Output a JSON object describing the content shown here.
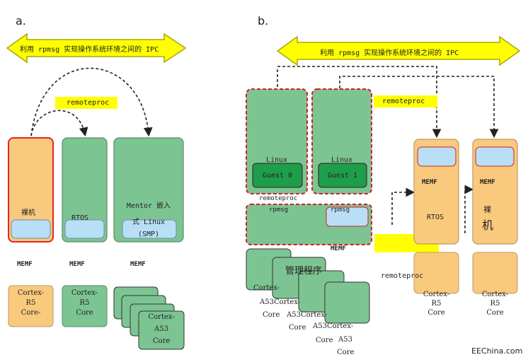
{
  "panel_a": {
    "letter": "a.",
    "banner": "利用 rpmsg 实现操作系统环境之间的 IPC",
    "remoteproc": "remoteproc",
    "bare_metal": "裸机",
    "rtos": "RTOS",
    "mentor_line1": "Mentor 嵌入",
    "mentor_line2": "式 Linux",
    "mentor_line3": "(SMP)",
    "memf": [
      "MEMF",
      "MEMF",
      "MEMF"
    ],
    "cortex_r5_1": [
      "Cortex-",
      "R5",
      "Core-"
    ],
    "cortex_r5_2": [
      "Cortex-",
      "R5",
      "Core"
    ],
    "cortex_a53": [
      "Cortex-",
      "A53",
      "Core"
    ]
  },
  "panel_b": {
    "letter": "b.",
    "banner": "利用 rpmsg 实现操作系统环境之间的 IPC",
    "remoteproc_top": "remoteproc",
    "linux_guest0": [
      "Linux",
      "Guest 0"
    ],
    "linux_guest1": [
      "Linux",
      "Guest 1"
    ],
    "remoteproc_small": "remoteproc",
    "rpmsg_left": "rpmsg",
    "rpmsg_right": "rpmsg",
    "memf_hyp": "MEMF",
    "memf_rtos": "MEMF",
    "rtos": "RTOS",
    "memf_bare": "MEMF",
    "bare_metal": [
      "裸",
      "机"
    ],
    "hypervisor": "管理程序",
    "remoteproc_bottom": "remoteproc",
    "cortex_a53_cores": [
      "Cortex-",
      "A53Cortex-",
      "Core",
      "A53Cortex-",
      "Core",
      "A53Cortex-",
      "Core",
      "A53",
      "Core"
    ],
    "cortex_r5_left": [
      "Cortex-",
      "R5",
      "Core"
    ],
    "cortex_r5_right": [
      "Cortex-",
      "R5",
      "Core"
    ]
  },
  "watermark": "EEChina.com",
  "colors": {
    "green": "#7dc493",
    "dark_green": "#1f9e49",
    "orange": "#f9c97d",
    "light_blue": "#b9dff6",
    "yellow": "#ffff00",
    "red_dash": "#d11f2a"
  }
}
